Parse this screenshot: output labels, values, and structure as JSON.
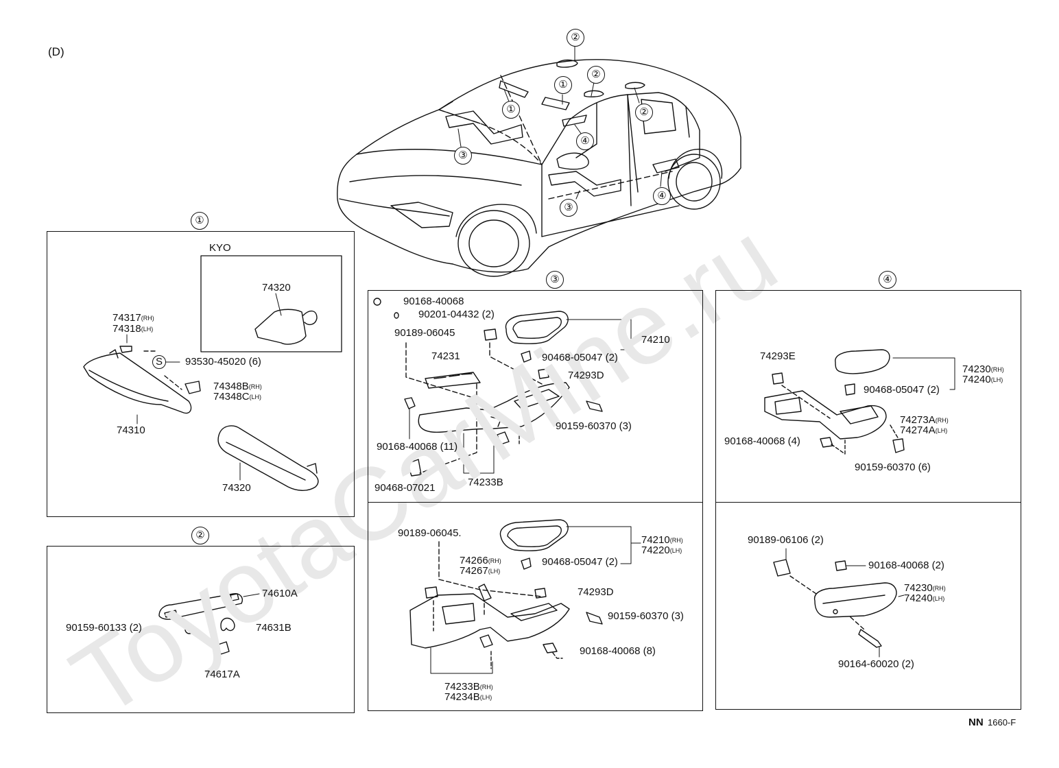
{
  "diagram": {
    "view_label": "(D)",
    "figure_code": "1660-F",
    "figure_prefix": "NN",
    "watermark": "ToyotaCarMine.ru",
    "car_callouts": [
      "①",
      "②",
      "②",
      "②",
      "①",
      "③",
      "④",
      "④",
      "③"
    ],
    "panel1": {
      "title": "①",
      "kyo_label": "KYO",
      "kyo_part": "74320",
      "parts": {
        "p74317": "74317",
        "p74317_side": "(RH)",
        "p74318": "74318",
        "p74318_side": "(LH)",
        "s_mark": "S",
        "p93530": "93530-45020 (6)",
        "p74348b": "74348B",
        "p74348b_side": "(RH)",
        "p74348c": "74348C",
        "p74348c_side": "(LH)",
        "p74310": "74310",
        "p74320": "74320"
      }
    },
    "panel2": {
      "title": "②",
      "parts": {
        "p74610a": "74610A",
        "p90159": "90159-60133 (2)",
        "p74631b": "74631B",
        "p74617a": "74617A"
      }
    },
    "panel3": {
      "title": "③",
      "upper": {
        "p90168": "90168-40068",
        "p90201": "90201-04432 (2)",
        "p90189": "90189-06045",
        "p74210": "74210",
        "p74231": "74231",
        "p90468a": "90468-05047 (2)",
        "p74293d": "74293D",
        "p90159": "90159-60370 (3)",
        "p90168b": "90168-40068 (11)",
        "p90468b": "90468-07021",
        "p74233b": "74233B"
      },
      "lower": {
        "p90189": "90189-06045.",
        "p74210": "74210",
        "p74210_side": "(RH)",
        "p74220": "74220",
        "p74220_side": "(LH)",
        "p74266": "74266",
        "p74266_side": "(RH)",
        "p74267": "74267",
        "p74267_side": "(LH)",
        "p90468": "90468-05047 (2)",
        "p74293d": "74293D",
        "p90159": "90159-60370 (3)",
        "p90168": "90168-40068 (8)",
        "p74233b": "74233B",
        "p74233b_side": "(RH)",
        "p74234b": "74234B",
        "p74234b_side": "(LH)"
      }
    },
    "panel4": {
      "title": "④",
      "upper": {
        "p74293e": "74293E",
        "p74230": "74230",
        "p74230_side": "(RH)",
        "p74240": "74240",
        "p74240_side": "(LH)",
        "p90468": "90468-05047 (2)",
        "p74273a": "74273A",
        "p74273a_side": "(RH)",
        "p74274a": "74274A",
        "p74274a_side": "(LH)",
        "p90168": "90168-40068 (4)",
        "p90159": "90159-60370 (6)"
      },
      "lower": {
        "p90189": "90189-06106 (2)",
        "p90168": "90168-40068 (2)",
        "p74230": "74230",
        "p74230_side": "(RH)",
        "p74240": "74240",
        "p74240_side": "(LH)",
        "p90164": "90164-60020 (2)"
      }
    }
  }
}
